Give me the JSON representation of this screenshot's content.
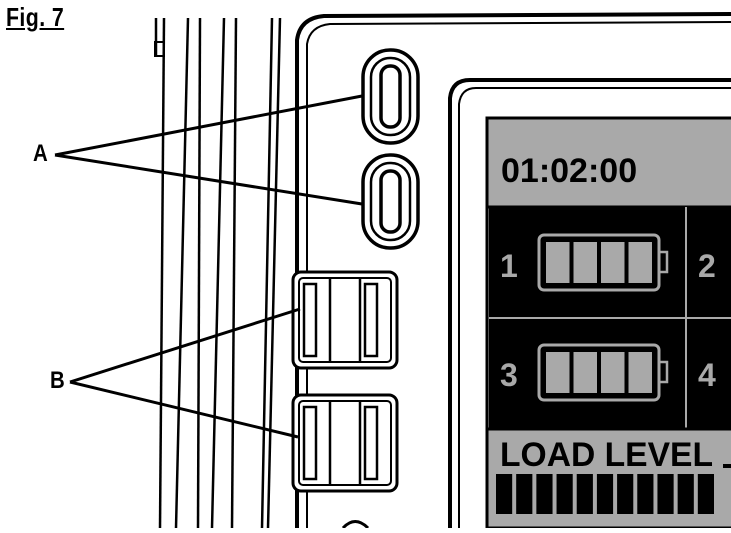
{
  "figure": {
    "title": "Fig. 7",
    "callouts": {
      "a": "A",
      "b": "B"
    }
  },
  "display": {
    "timer": "01:02:00",
    "slots": [
      {
        "number": "1",
        "cells": 4
      },
      {
        "number": "2"
      },
      {
        "number": "3",
        "cells": 4
      },
      {
        "number": "4"
      }
    ],
    "load_label": "LOAD LEVEL",
    "load_bar_segments": 11
  },
  "colors": {
    "screen_gray": "#a9a9a9",
    "slot_black": "#000000",
    "line": "#000000"
  }
}
